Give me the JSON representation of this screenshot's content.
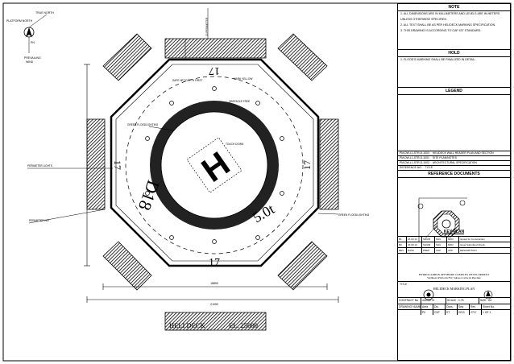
{
  "drawing": {
    "title": "HELI DECK",
    "elevation": "EL. 25000",
    "north": {
      "true_north": "TRUE NORTH",
      "platform_north": "PLATFORM NORTH",
      "pn": "PN",
      "prevailing": "PREVAILING",
      "wind": "WIND"
    },
    "deck_numbers": {
      "top": "17",
      "bottom": "17",
      "left": "17",
      "right": "17"
    },
    "tlof_marking": "H",
    "weight_marking": "5.0t",
    "deck_size_marking": "D18",
    "labels": {
      "safe_net": "SAFE NET DEPTH FIRST",
      "obstacle": "OBSTACLE FREE",
      "mark_yellow": "MARK YELLOW",
      "touchdown": "TOUCH DOWN",
      "green_floodlighting": "GREEN FLOODLIGHTING",
      "left_marker": "PERIMETER LIGHTS",
      "left_lower": "PERIMETER NET",
      "right_lower": "GREEN FLOODLIGHTING",
      "top_dim": "12 PERIMETER",
      "dim_inner": "18850",
      "dim_outer": "21050"
    }
  },
  "panel": {
    "note_title": "NOTE",
    "notes": [
      "1. ALL DIMENSIONS ARE IN MILLIMETERS AND LEVELS ARE IN METERS",
      "   UNLESS OTHERWISE SPECIFIED.",
      "2. ALL TEXT SHALL BE AS PER HELIDECK MARKING SPECIFICATION.",
      "3. THIS DRAWING IS ACCORDING TO CAP 437 STANDARD."
    ],
    "hold_title": "HOLD",
    "holds": [
      "1. FLOOD'S MARKING SHALL BE FINALIZED IN DETAIL."
    ],
    "legend_title": "LEGEND",
    "refs": [
      [
        "PM-DW-L1-STR-D-1003",
        "HELIDECK WALL HEADER PLAN AND SECTION"
      ],
      [
        "PM-DW-L1-STR-D-1001",
        "SITE PLAN/NOTES"
      ],
      [
        "PM-DW-L1-STR-D-1002",
        "ARCHITECTURAL SPECIFICATION"
      ],
      [
        "REFERENCE NO.",
        "TITLE"
      ]
    ],
    "ref_title": "REFERENCE DOCUMENTS",
    "key_plan": "KEY PLAN",
    "revisions": [
      [
        "B1",
        "15.03.14",
        "SILVIR",
        "SILV",
        "MKD",
        "Issued for Construction"
      ],
      [
        "B0",
        "20.09.13",
        "SILVIR",
        "SILV",
        "MKD",
        "Issue Submitted Check"
      ],
      [
        "REV",
        "DATE",
        "PREP",
        "CHK",
        "APP",
        "DESCRIPTION"
      ]
    ],
    "company": "HYDROCARBON OFFSHORE COMPLEX DEVELOPMENT",
    "project": "Wellhead Platform FW, Subsea Cable & Pipeline",
    "title_label": "TITLE",
    "drawing_title": "HELIDECK MARKING PLAN",
    "contract_no": "CONTRACT No.",
    "contract_val": "44435070",
    "scale": "SCALE : 1:75",
    "size": "SIZE : A3",
    "tb_cols": [
      "DRAWING NUMBER",
      "Area",
      "Dis.",
      "Docs.",
      "Seq.",
      "Rev.",
      "Sheet No."
    ],
    "tb_vals": [
      "",
      "P0",
      "CNT",
      "ST",
      "0213",
      "2717",
      "01",
      "1 OF 1"
    ]
  }
}
